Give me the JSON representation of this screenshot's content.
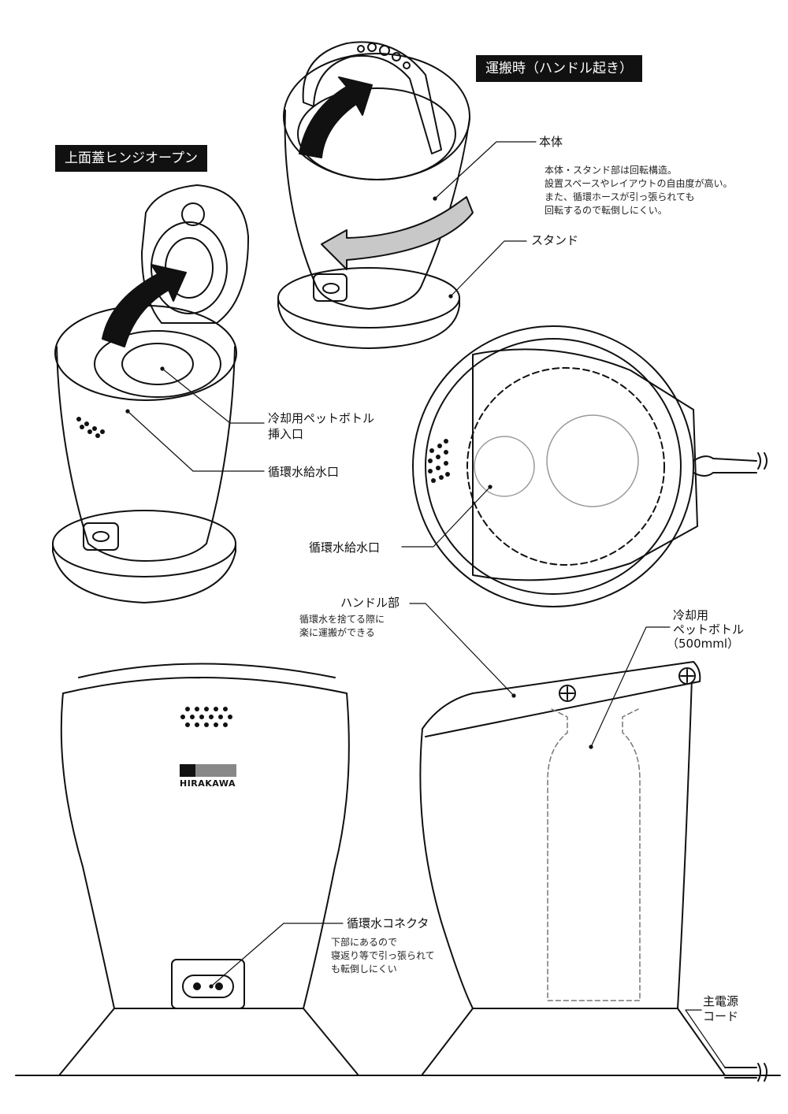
{
  "badges": {
    "transport": "運搬時（ハンドル起き）",
    "hinge": "上面蓋ヒンジオープン"
  },
  "labels": {
    "body": "本体",
    "body_desc": [
      "本体・スタンド部は回転構造。",
      "設置スペースやレイアウトの自由度が高い。",
      "また、循環ホースが引っ張られても",
      "回転するので転倒しにくい。"
    ],
    "stand": "スタンド",
    "bottle_inlet": [
      "冷却用ペットボトル",
      "挿入口"
    ],
    "water_inlet_1": "循環水給水口",
    "water_inlet_2": "循環水給水口",
    "handle": "ハンドル部",
    "handle_desc": [
      "循環水を捨てる際に",
      "楽に運搬ができる"
    ],
    "cooling_bottle": [
      "冷却用",
      "ペットボトル",
      "（500mml）"
    ],
    "connector": "循環水コネクタ",
    "connector_desc": [
      "下部にあるので",
      "寝返り等で引っ張られて",
      "も転倒しにくい"
    ],
    "power_cord": [
      "主電源",
      "コード"
    ]
  },
  "logo": {
    "text": "HIRAKAWA"
  }
}
